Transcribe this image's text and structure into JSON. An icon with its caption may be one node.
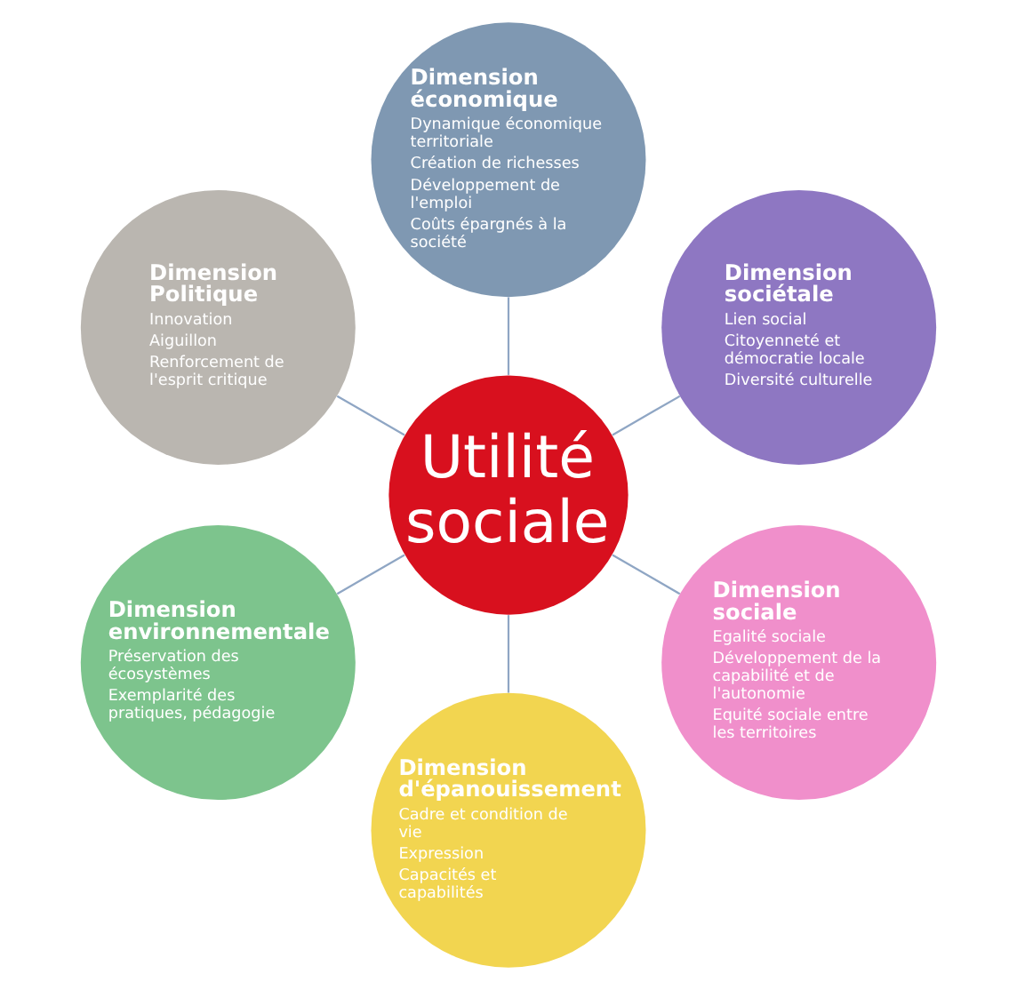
{
  "diagram": {
    "nodes": [
      {
        "text": [
          "Dimension économique",
          "Dynamique économique territoriale",
          "Création de richesses",
          "Développement de l'emploi",
          "Coûts épargnés à la société"
        ]
      },
      {
        "text": [
          "Dimension Politique",
          "Innovation",
          "Aiguillon",
          "Renforcement de l'esprit critique"
        ]
      },
      {
        "text": [
          "Dimension sociétale",
          "Lien social",
          "Citoyenneté et démocratie locale",
          "Diversité culturelle"
        ]
      },
      {
        "text": [
          "Utilité sociale"
        ]
      },
      {
        "text": [
          "Dimension environnementale",
          "Préservation des écosystèmes",
          "Exemplarité des pratiques, pédagogie"
        ]
      },
      {
        "text": [
          "Dimension sociale",
          "Egalité sociale",
          "Développement de la capabilité et de l'autonomie",
          "Equité sociale entre les territoires"
        ]
      },
      {
        "text": [
          "Dimension d'épanouissement",
          "Cadre et condition de vie",
          "Expression",
          "Capacités et capabilités"
        ]
      }
    ],
    "edges": [
      {
        "from": 3,
        "to": 0,
        "arrow": "none"
      },
      {
        "from": 3,
        "to": 2,
        "arrow": "none"
      },
      {
        "from": 3,
        "to": 5,
        "arrow": "none"
      },
      {
        "from": 3,
        "to": 6,
        "arrow": "none"
      },
      {
        "from": 3,
        "to": 4,
        "arrow": "none"
      },
      {
        "from": 3,
        "to": 1,
        "arrow": "none"
      }
    ]
  }
}
